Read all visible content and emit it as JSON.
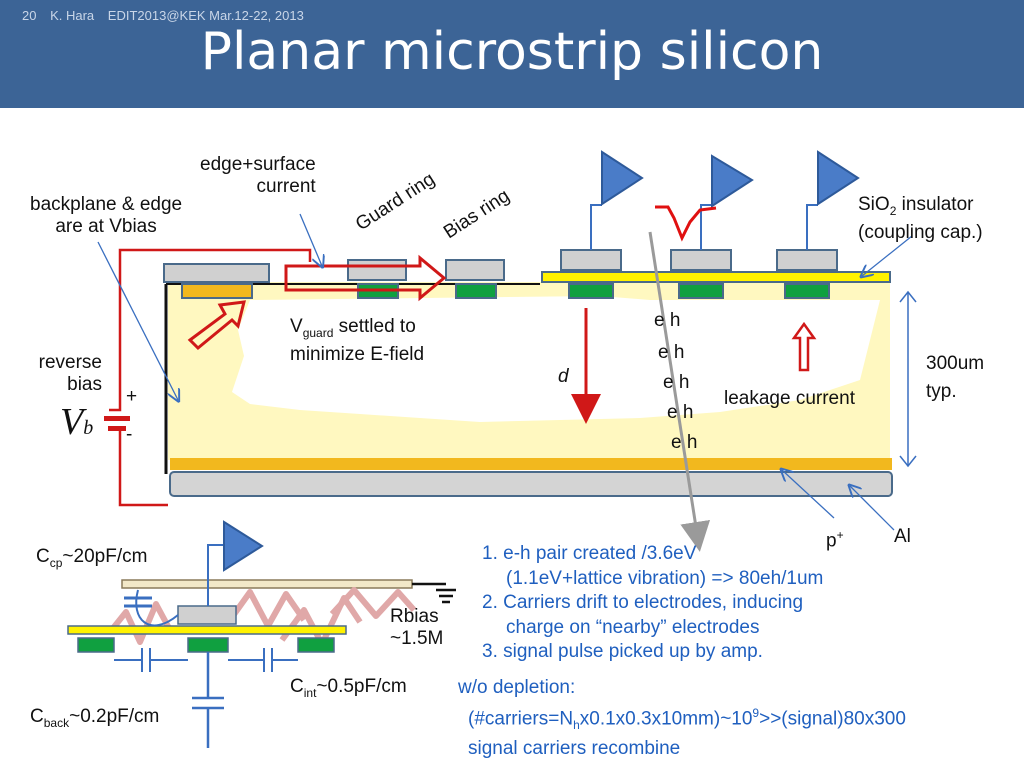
{
  "header": {
    "page_number": "20",
    "author": "K. Hara",
    "event": "EDIT2013@KEK Mar.12-22, 2013",
    "title": "Planar microstrip silicon"
  },
  "labels": {
    "edge_surface_current": [
      "edge+surface",
      "current"
    ],
    "backplane": [
      "backplane & edge",
      "are at Vbias"
    ],
    "guard_ring": "Guard ring",
    "bias_ring": "Bias ring",
    "sio2_line1_pre": "SiO",
    "sio2_sub": "2",
    "sio2_line1_post": " insulator",
    "sio2_line2": "(coupling cap.)",
    "vguard_pre": "V",
    "vguard_sub": "guard",
    "vguard_post": " settled to",
    "vguard_line2": "minimize E-field",
    "reverse_bias": [
      "reverse",
      "bias"
    ],
    "plus": "+",
    "minus": "-",
    "vb_main": "V",
    "vb_sub": "b",
    "d": "d",
    "eh_pairs": [
      "e h",
      "e h",
      "e h",
      "e h",
      "e h"
    ],
    "leakage_current": "leakage current",
    "thickness": [
      "300um",
      "typ."
    ],
    "p_plus": "p",
    "p_plus_sup": "+",
    "al": "Al",
    "ccp_pre": "C",
    "ccp_sub": "cp",
    "ccp_post": "~20pF/cm",
    "rbias": [
      "Rbias",
      "~1.5M"
    ],
    "cint_pre": "C",
    "cint_sub": "int",
    "cint_post": "~0.5pF/cm",
    "cback_pre": "C",
    "cback_sub": "back",
    "cback_post": "~0.2pF/cm"
  },
  "notes": {
    "steps": [
      "1. e-h pair created /3.6eV",
      "(1.1eV+lattice vibration) => 80eh/1um",
      "2. Carriers drift to electrodes, inducing",
      "charge on “nearby” electrodes",
      "3. signal pulse picked up by amp."
    ],
    "depletion_title": "w/o depletion:",
    "depletion_line1_a": "(#carriers=N",
    "depletion_line1_sub": "h",
    "depletion_line1_b": "x0.1x0.3x10mm)~10",
    "depletion_line1_sup": "9",
    "depletion_line1_c": ">>(signal)80x300",
    "depletion_line2": "signal carriers recombine"
  },
  "colors": {
    "header_bg": "#3c6496",
    "amp_fill": "#4a7cc8",
    "pad_gray": "#d0d0d0",
    "implant_green": "#10a040",
    "aluminium_gray": "#d4d4d4",
    "backplane_orange": "#f2b81e",
    "depletion_yellow": "#fff8c0",
    "bias_red": "#d01818",
    "notes_blue": "#1f5fbf"
  }
}
